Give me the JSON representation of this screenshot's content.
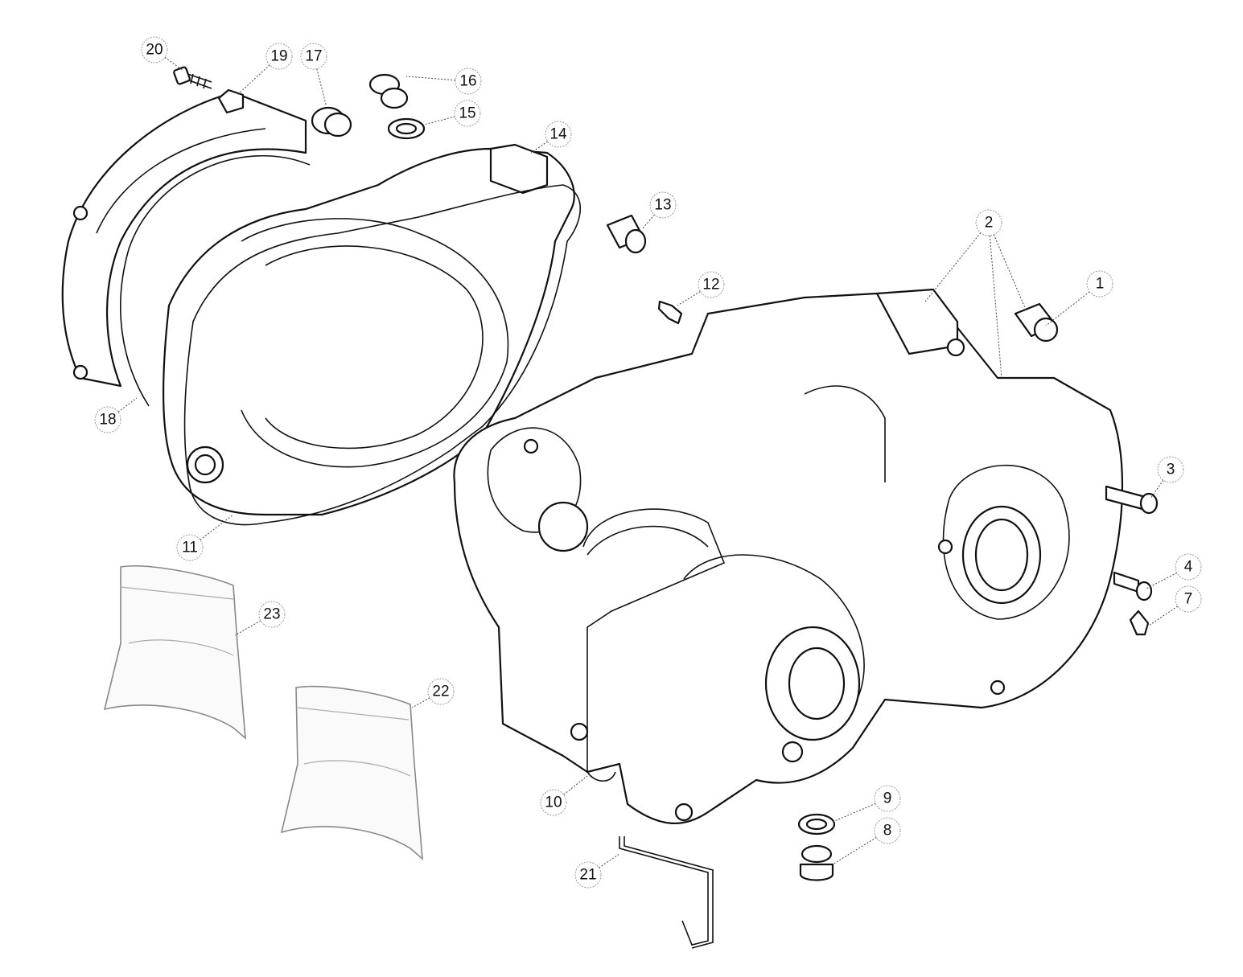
{
  "diagram": {
    "title": "Crankcase exploded parts diagram",
    "callouts": [
      {
        "label": "1"
      },
      {
        "label": "2"
      },
      {
        "label": "3"
      },
      {
        "label": "4"
      },
      {
        "label": "7"
      },
      {
        "label": "8"
      },
      {
        "label": "9"
      },
      {
        "label": "10"
      },
      {
        "label": "11"
      },
      {
        "label": "12"
      },
      {
        "label": "13"
      },
      {
        "label": "14"
      },
      {
        "label": "15"
      },
      {
        "label": "16"
      },
      {
        "label": "17"
      },
      {
        "label": "18"
      },
      {
        "label": "19"
      },
      {
        "label": "20"
      },
      {
        "label": "21"
      },
      {
        "label": "22"
      },
      {
        "label": "23"
      }
    ]
  }
}
